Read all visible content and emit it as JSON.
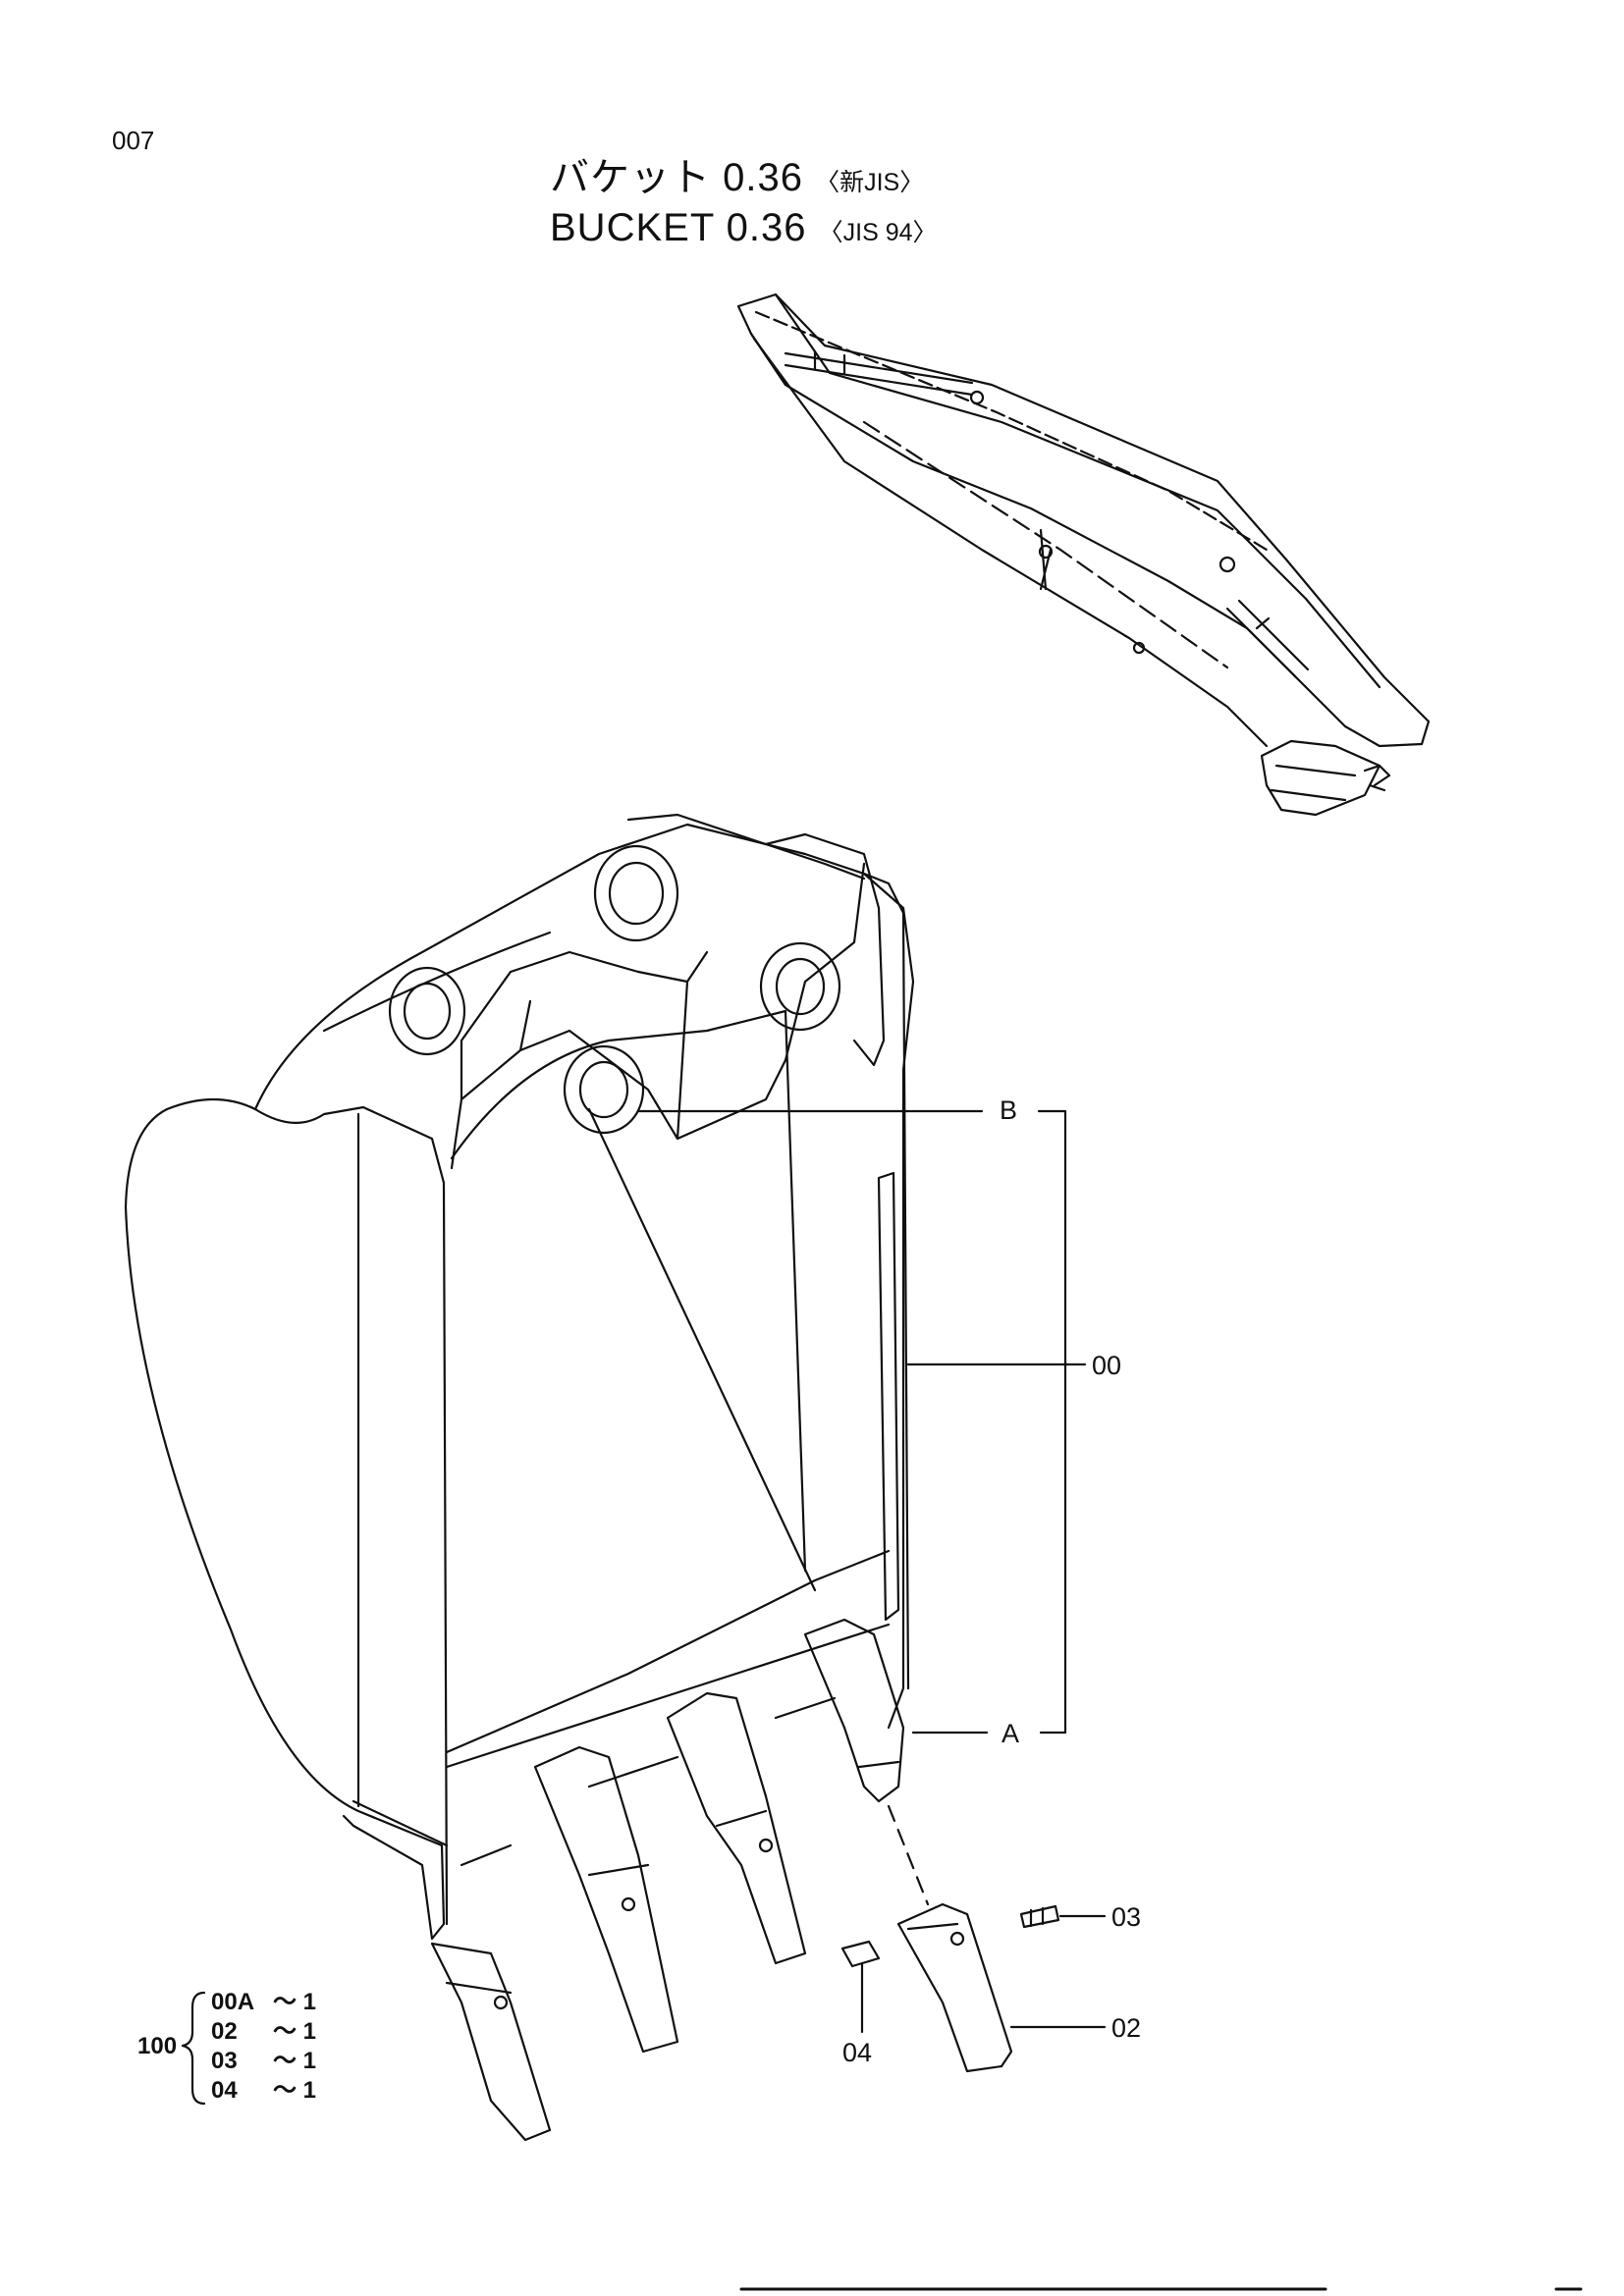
{
  "page_number": "007",
  "title_jp": "バケット 0.36",
  "title_jp_sub": "〈新JIS〉",
  "title_en": "BUCKET 0.36",
  "title_en_sub": "〈JIS 94〉",
  "callouts": {
    "b": "B",
    "a": "A",
    "p00": "00",
    "p03": "03",
    "p04": "04",
    "p02": "02"
  },
  "kit": {
    "number": "100",
    "items": [
      {
        "part": "00A",
        "qty": "～ 1"
      },
      {
        "part": "02",
        "qty": "～ 1"
      },
      {
        "part": "03",
        "qty": "～ 1"
      },
      {
        "part": "04",
        "qty": "～ 1"
      }
    ]
  },
  "colors": {
    "ink": "#111111",
    "paper": "#ffffff"
  }
}
